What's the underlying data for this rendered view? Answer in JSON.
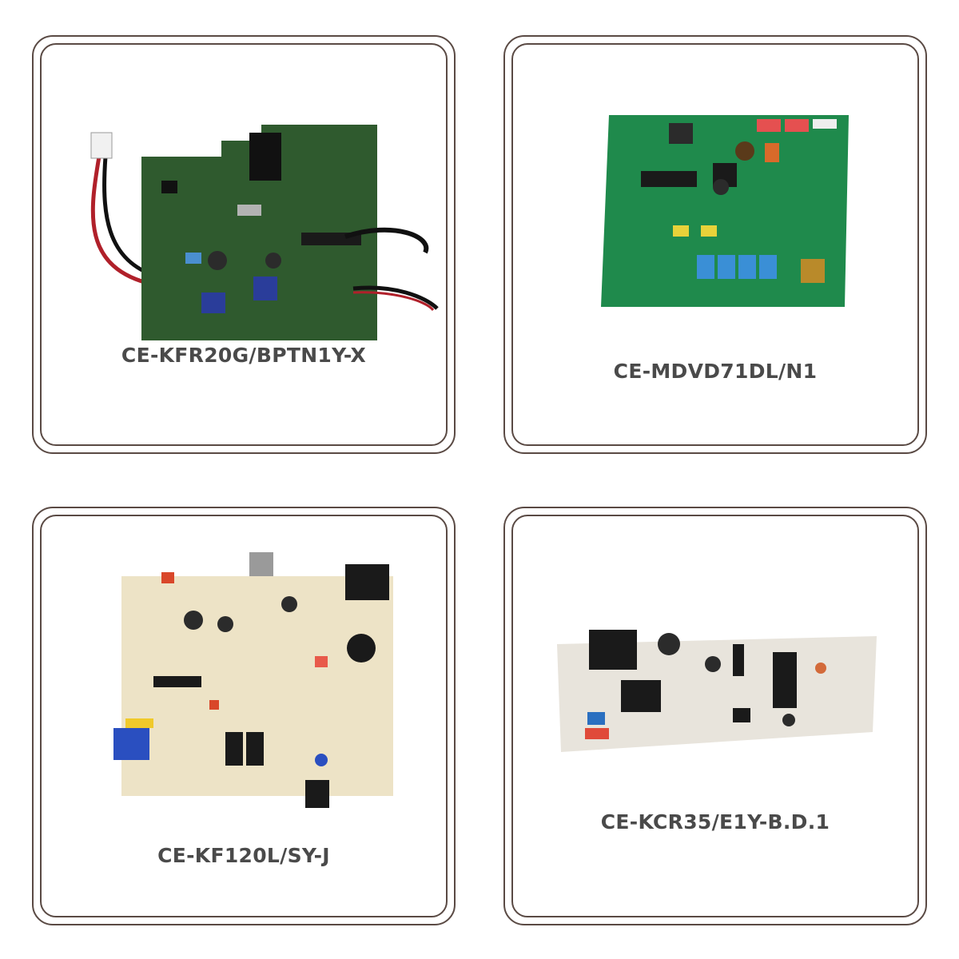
{
  "products": [
    {
      "model": "CE-KFR20G/BPTN1Y-X",
      "board_color": "#2f5a2e"
    },
    {
      "model": "CE-MDVD71DL/N1",
      "board_color": "#1f8a4c"
    },
    {
      "model": "CE-KF120L/SY-J",
      "board_color": "#ede3c6"
    },
    {
      "model": "CE-KCR35/E1Y-B.D.1",
      "board_color": "#e8e4dc"
    }
  ],
  "colors": {
    "frame": "#5a4a44",
    "caption": "#4a4a4a"
  }
}
